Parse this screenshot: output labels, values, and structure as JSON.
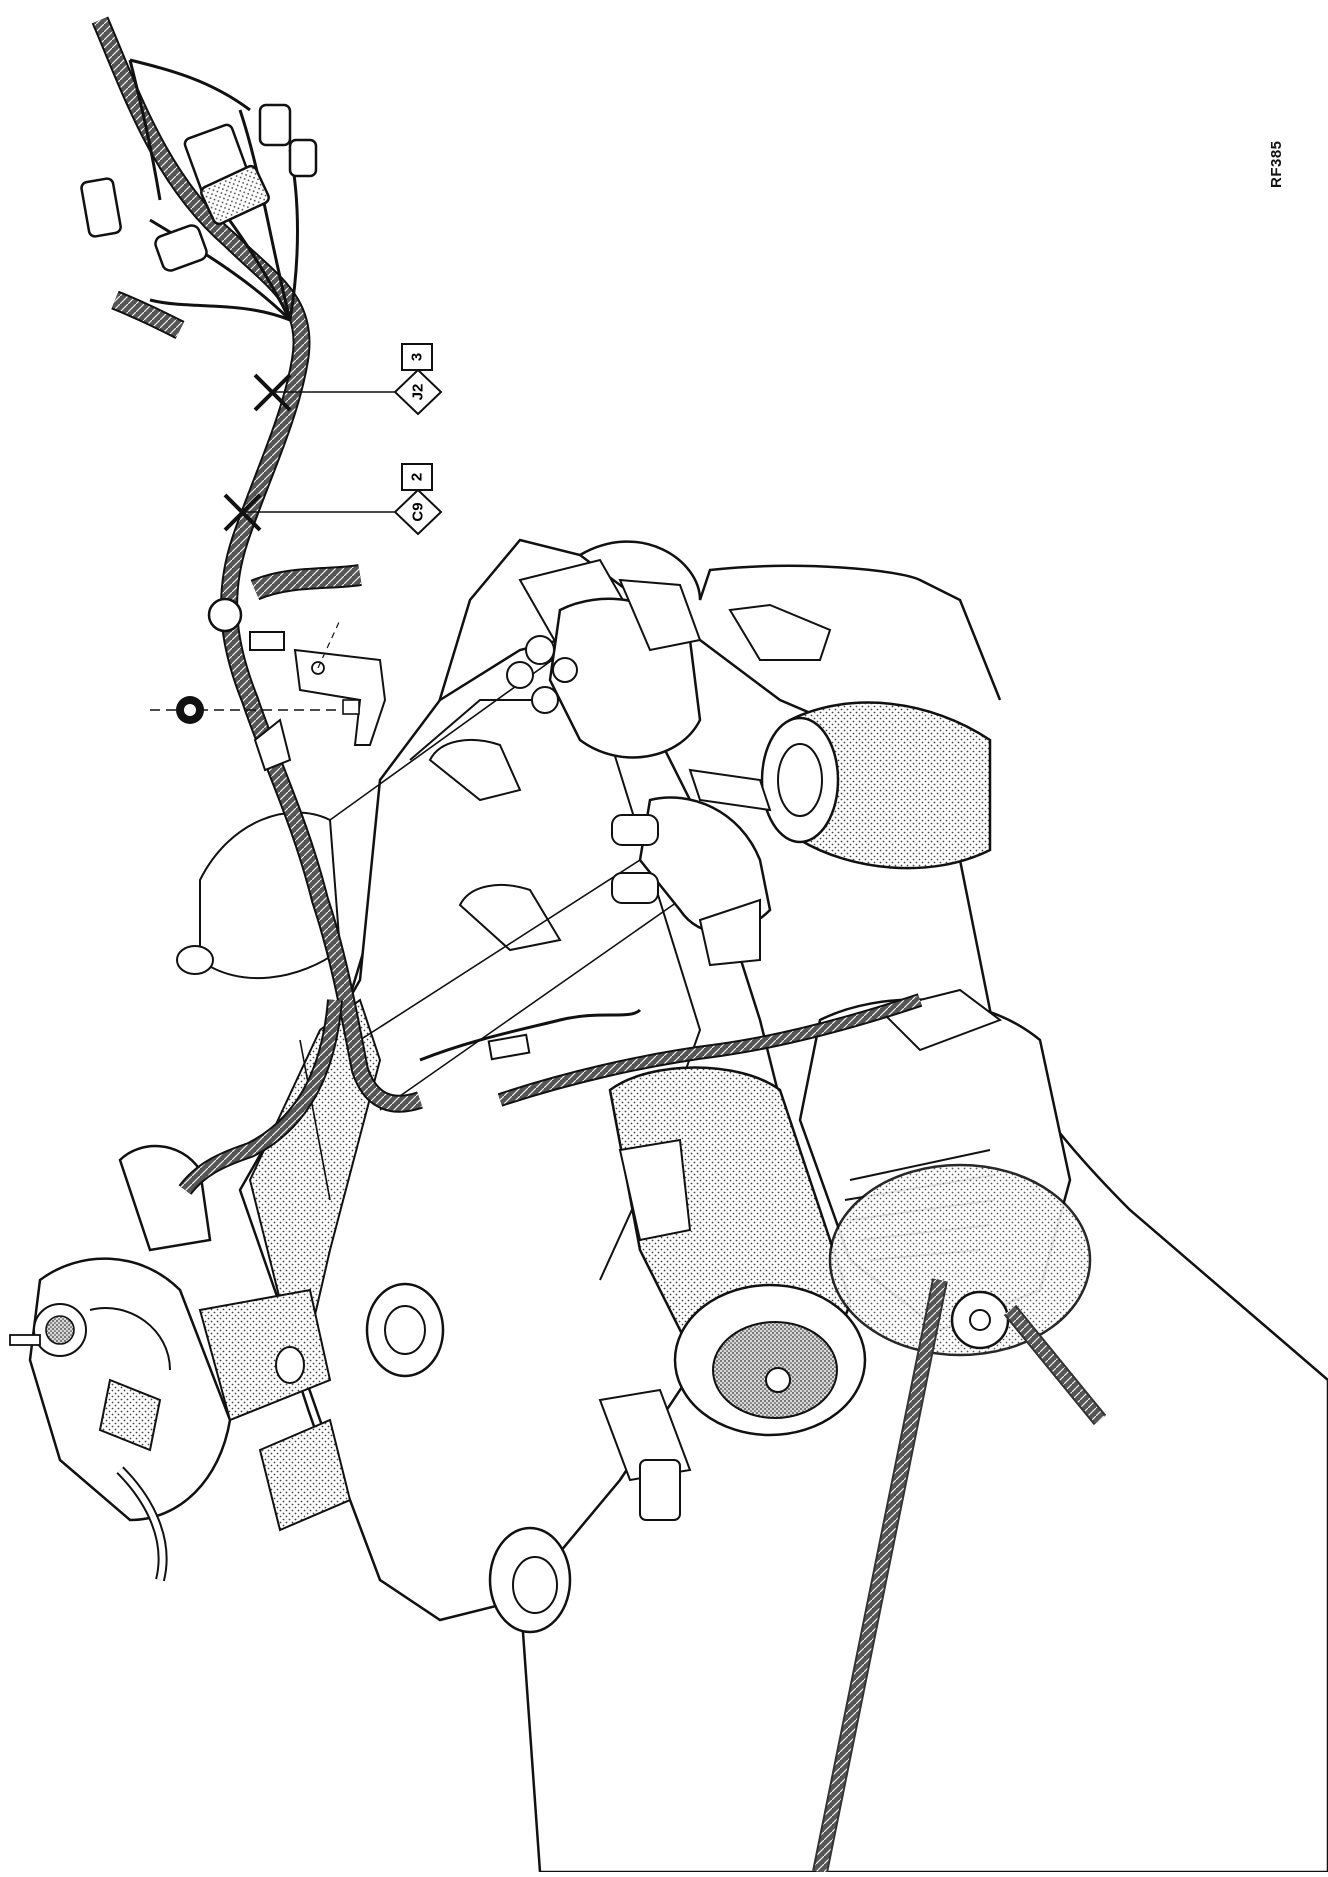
{
  "figure": {
    "reference_code": "RF385"
  },
  "callouts": [
    {
      "symbol": "J2",
      "number": "3"
    },
    {
      "symbol": "C9",
      "number": "2"
    }
  ],
  "colors": {
    "ink": "#111111",
    "shade": "#9a9a9a",
    "paper": "#ffffff"
  }
}
